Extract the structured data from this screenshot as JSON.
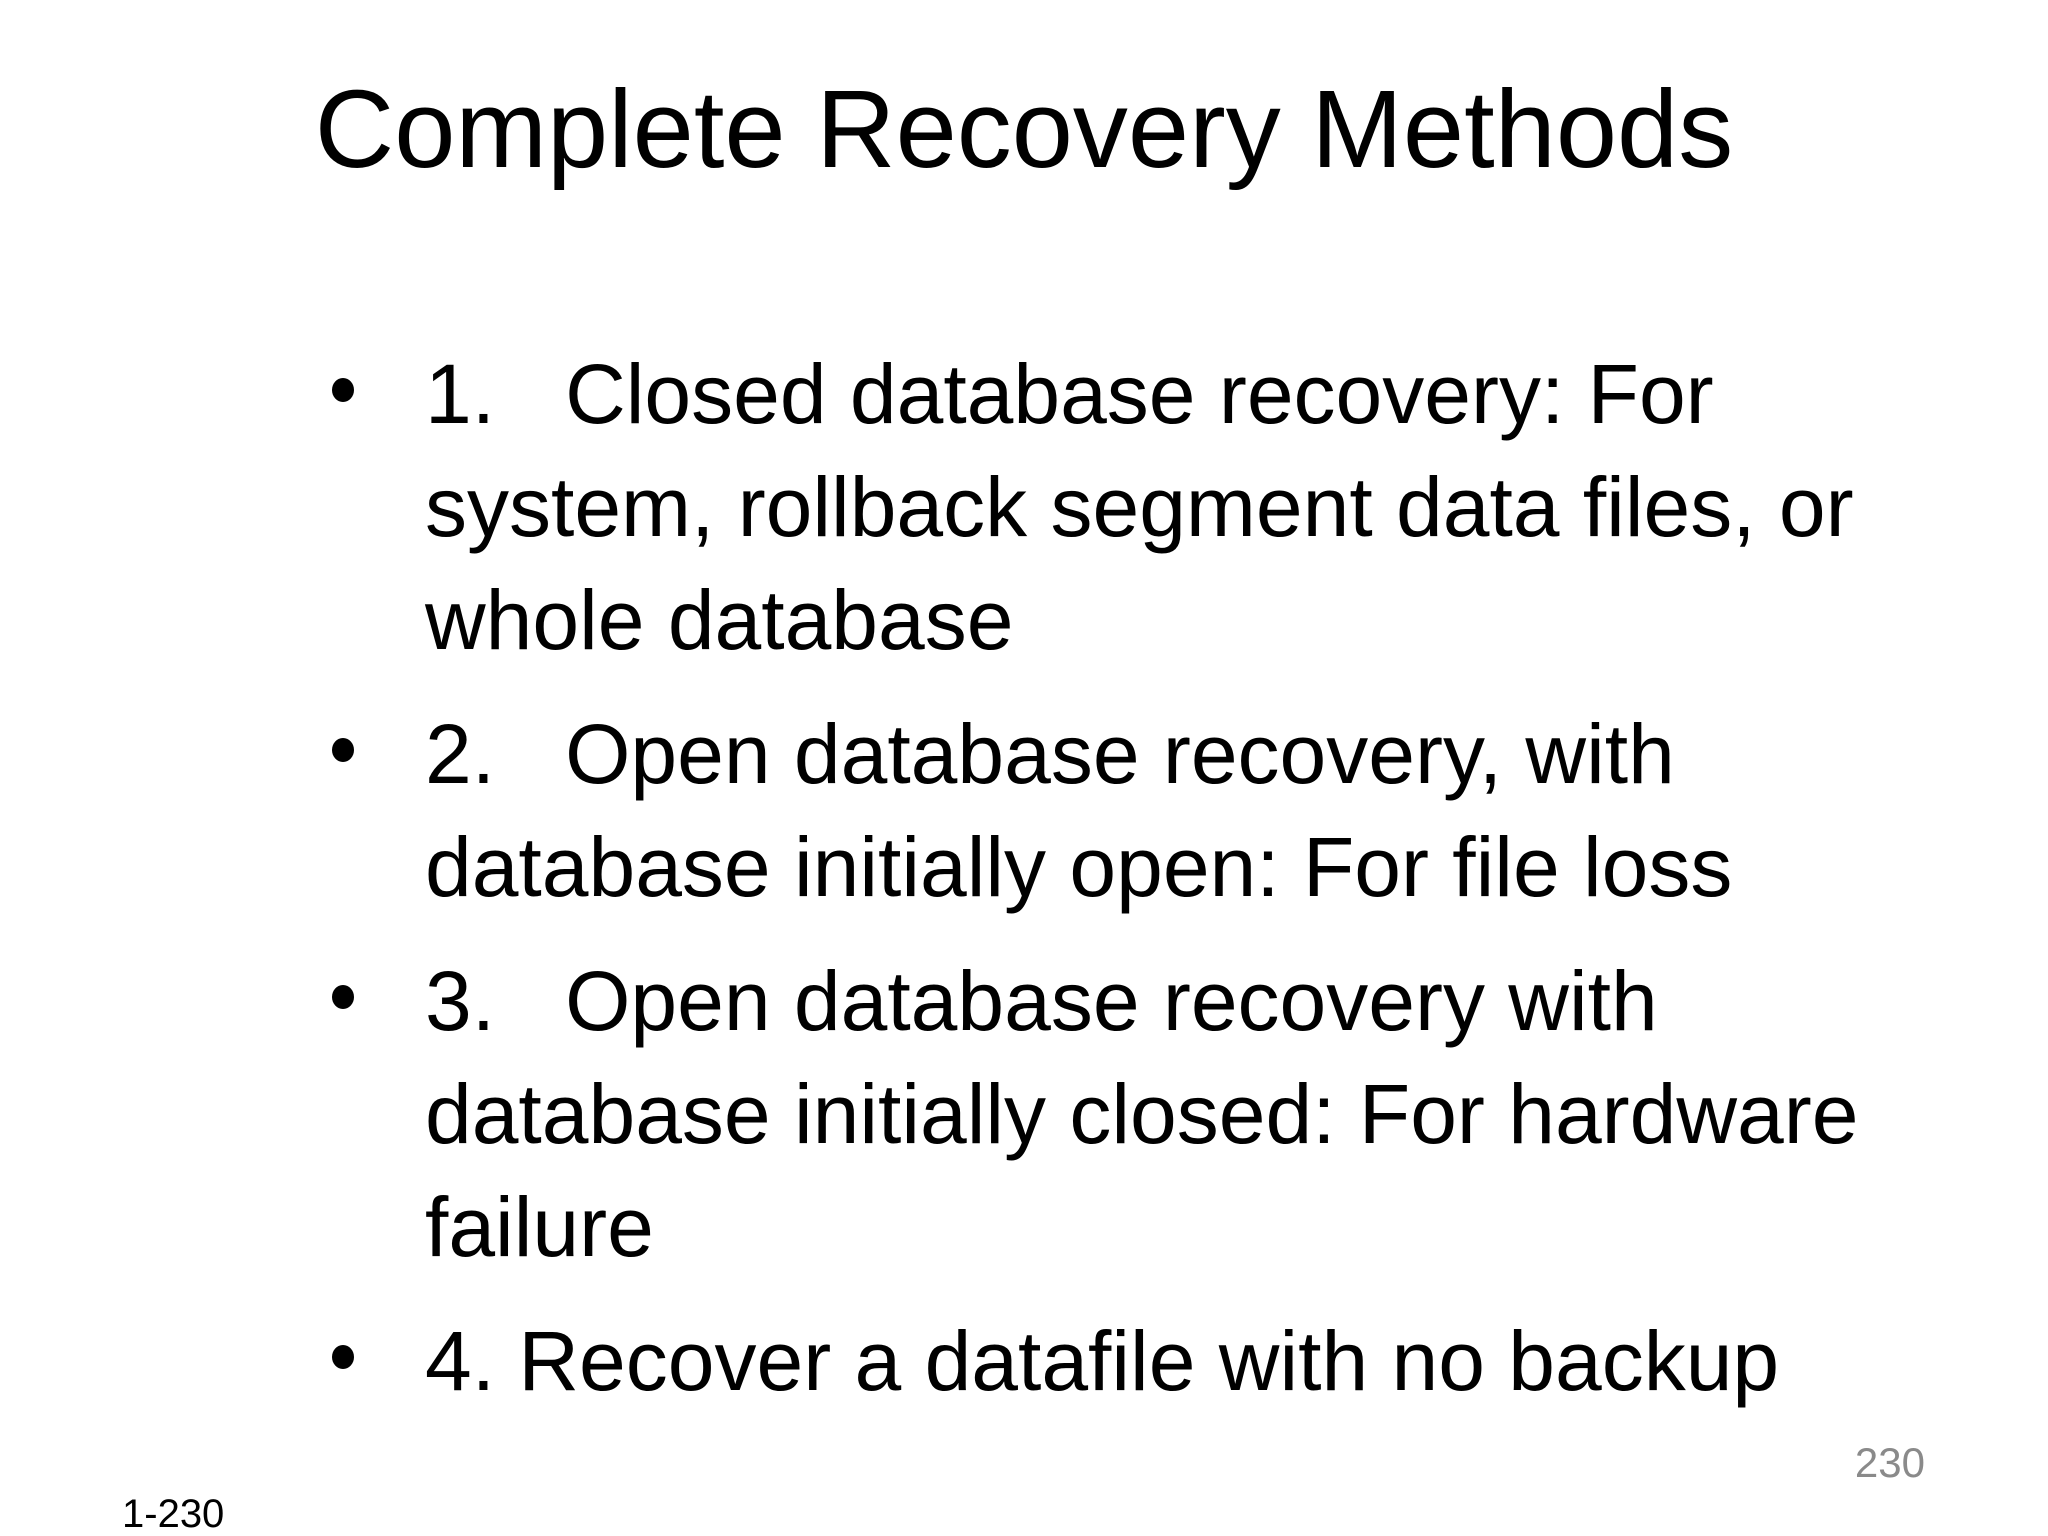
{
  "slide": {
    "title": "Complete Recovery Methods",
    "bullets": [
      {
        "lines": [
          "1.   Closed database recovery: For",
          "system, rollback segment data files, or",
          "whole database"
        ]
      },
      {
        "lines": [
          "2.   Open database recovery, with",
          "database initially open: For file loss"
        ]
      },
      {
        "lines": [
          "3.   Open database recovery with",
          "database initially closed: For hardware",
          "failure"
        ]
      },
      {
        "lines": [
          "4. Recover a datafile with no backup"
        ]
      }
    ],
    "footer": {
      "slide_label": "1-230",
      "page_number": "230"
    },
    "colors": {
      "background": "#ffffff",
      "text": "#000000",
      "page_number_gray": "#8a8a8a"
    }
  }
}
